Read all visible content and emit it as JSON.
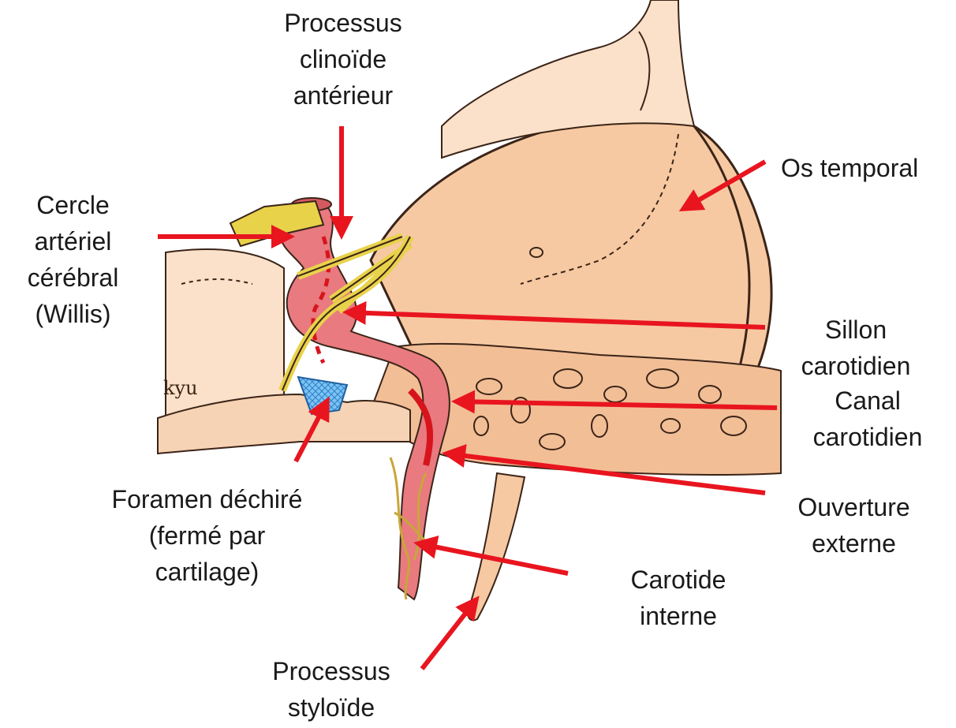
{
  "colors": {
    "arrow": "#e8151f",
    "bone": "#f6c9a2",
    "bone_dark": "#e9a97f",
    "artery": "#e87a80",
    "nerve": "#e8d24a",
    "cartilage": "#3d9be0",
    "outline": "#3b2418"
  },
  "labels": {
    "clinoid": [
      "Processus",
      "clinoïde",
      "antérieur"
    ],
    "temporal": [
      "Os temporal"
    ],
    "willis": [
      "Cercle",
      "artériel",
      "cérébral",
      "(Willis)"
    ],
    "sillon": [
      "Sillon",
      "carotidien"
    ],
    "canal": [
      "Canal",
      "carotidien"
    ],
    "ouverture": [
      "Ouverture",
      "externe"
    ],
    "foramen": [
      "Foramen déchiré",
      "(fermé par",
      "cartilage)"
    ],
    "carotide": [
      "Carotide",
      "interne"
    ],
    "styloide": [
      "Processus",
      "styloïde"
    ]
  },
  "signature": "kyu"
}
